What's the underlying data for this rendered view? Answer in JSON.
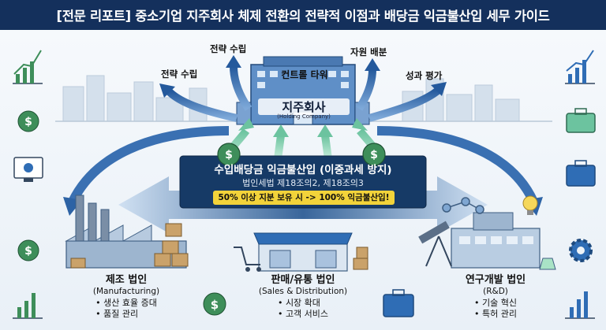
{
  "title": "[전문 리포트] 중소기업 지주회사 체제 전환의 전략적 이점과 배당금 익금불산입 세무 가이드",
  "hq": {
    "tower_label": "컨트롤 타워",
    "name": "지주회사",
    "name_en": "(Holding Company)"
  },
  "hq_functions": {
    "strategy_left": "전략 수립",
    "strategy_top": "전략 수립",
    "resource": "자원 배분",
    "evaluation": "성과 평가"
  },
  "dividend": {
    "title": "수입배당금 익금불산입 (이중과세 방지)",
    "law": "법인세법 제18조의2, 제18조의3",
    "rule": "50% 이상 지분 보유 시 -> 100% 익금불산입!"
  },
  "subsidiaries": [
    {
      "title": "제조 법인",
      "subtitle": "(Manufacturing)",
      "items": [
        "생산 효율 증대",
        "품질 관리"
      ]
    },
    {
      "title": "판매/유통 법인",
      "subtitle": "(Sales & Distribution)",
      "items": [
        "시장 확대",
        "고객 서비스"
      ]
    },
    {
      "title": "연구개발 법인",
      "subtitle": "(R&D)",
      "items": [
        "기술 혁신",
        "특허 관리"
      ]
    }
  ],
  "icons": {
    "money_bag": "money-bag-icon",
    "growth_chart": "growth-chart-icon",
    "briefcase": "briefcase-icon",
    "monitor": "monitor-icon",
    "gear": "gear-icon"
  },
  "colors": {
    "banner": "#14305c",
    "arrow_blue": "#2f6db5",
    "arrow_green": "#8fd3b8",
    "center_box": "#163a66",
    "highlight": "#f2d33a",
    "money_green": "#3e8e5a"
  }
}
